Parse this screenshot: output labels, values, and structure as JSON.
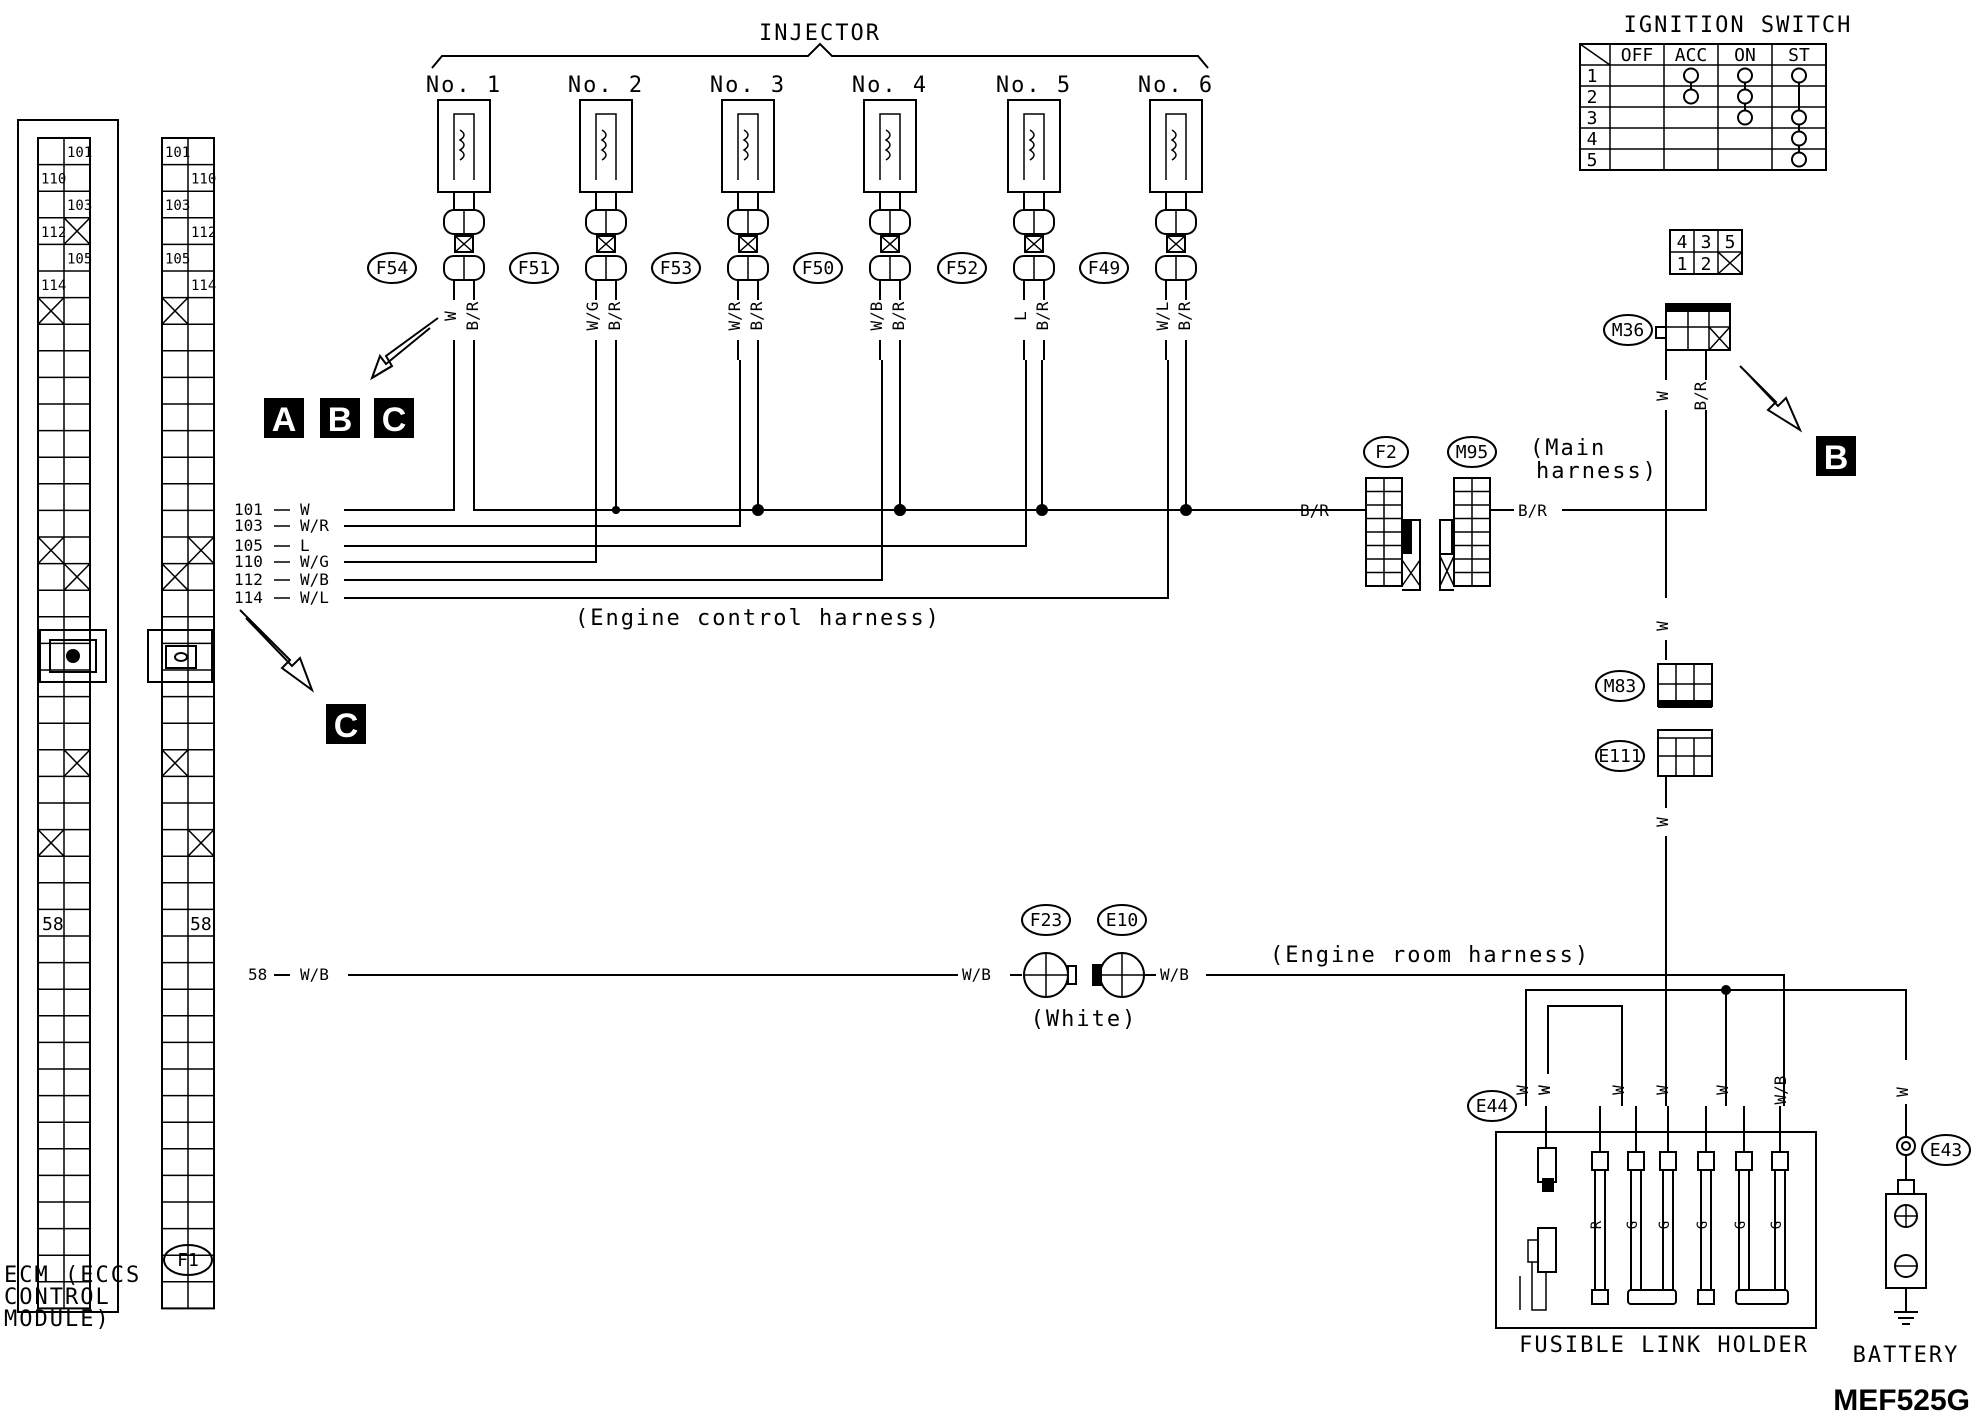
{
  "injector": {
    "title": "INJECTOR",
    "items": [
      {
        "no": "No. 1",
        "connector": "F54",
        "left_wire": "W",
        "right_wire": "B/R"
      },
      {
        "no": "No. 2",
        "connector": "F51",
        "left_wire": "W/G",
        "right_wire": "B/R"
      },
      {
        "no": "No. 3",
        "connector": "F53",
        "left_wire": "W/R",
        "right_wire": "B/R"
      },
      {
        "no": "No. 4",
        "connector": "F50",
        "left_wire": "W/B",
        "right_wire": "B/R"
      },
      {
        "no": "No. 5",
        "connector": "F52",
        "left_wire": "L",
        "right_wire": "B/R"
      },
      {
        "no": "No. 6",
        "connector": "F49",
        "left_wire": "W/L",
        "right_wire": "B/R"
      }
    ]
  },
  "ecm": {
    "label_lines": [
      "ECM (ECCS",
      "CONTROL",
      "MODULE)"
    ],
    "pins_left": [
      "101",
      "110",
      "103",
      "112",
      "105",
      "114"
    ],
    "pins_right": [
      "101",
      "110",
      "103",
      "112",
      "105",
      "114"
    ],
    "pin58": "58",
    "connector": "F1"
  },
  "ecm_terminals": [
    {
      "pin": "101",
      "wire": "W"
    },
    {
      "pin": "103",
      "wire": "W/R"
    },
    {
      "pin": "105",
      "wire": "L"
    },
    {
      "pin": "110",
      "wire": "W/G"
    },
    {
      "pin": "112",
      "wire": "W/B"
    },
    {
      "pin": "114",
      "wire": "W/L"
    }
  ],
  "ecm_pin58": {
    "pin": "58",
    "wire": "W/B"
  },
  "harness": {
    "engine_control": "(Engine control harness)",
    "main_line1": "(Main",
    "main_line2": "harness)",
    "engine_room": "(Engine room harness)"
  },
  "connectors": {
    "f2": "F2",
    "m95": "M95",
    "m36": "M36",
    "m83": "M83",
    "e111": "E111",
    "f23": "F23",
    "e10": "E10",
    "e44": "E44",
    "e43": "E43",
    "white": "(White)"
  },
  "wires": {
    "br": "B/R",
    "w": "W",
    "wb": "W/B",
    "r": "R",
    "g": "G"
  },
  "ignition_switch": {
    "title": "IGNITION SWITCH",
    "headers": [
      "OFF",
      "ACC",
      "ON",
      "ST"
    ],
    "rows": [
      "1",
      "2",
      "3",
      "4",
      "5"
    ],
    "terminal_layout": [
      "4",
      "3",
      "5",
      "1",
      "2"
    ]
  },
  "refs": {
    "a": "A",
    "b": "B",
    "c": "C"
  },
  "fusible_link_holder": "FUSIBLE LINK HOLDER",
  "battery": "BATTERY",
  "figure_code": "MEF525G"
}
